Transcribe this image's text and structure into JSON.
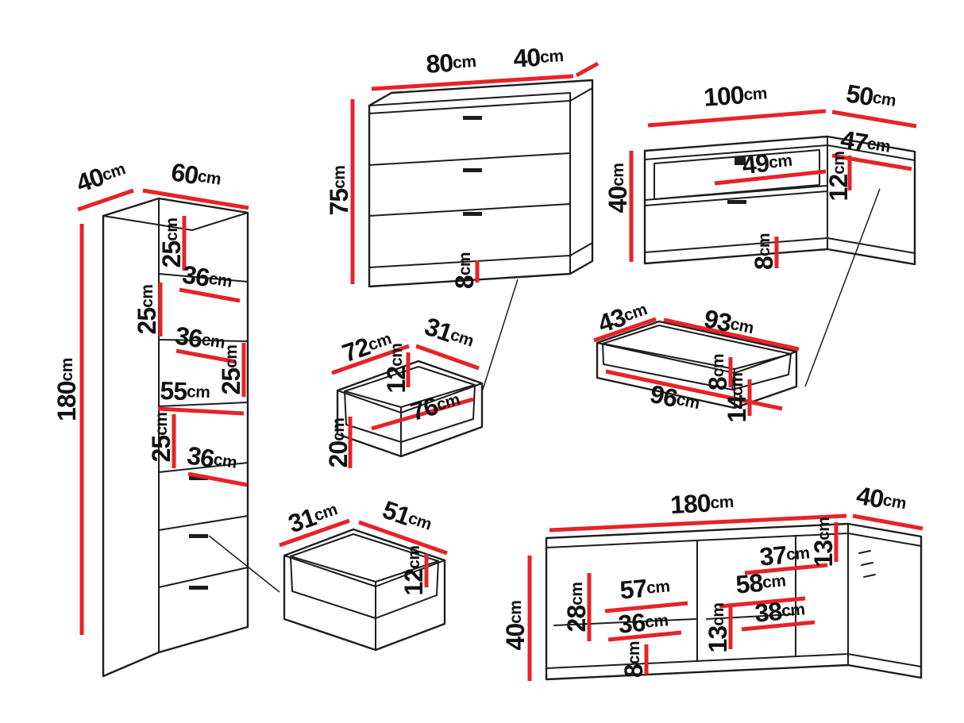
{
  "unit": "cm",
  "colors": {
    "dimension_red": "#e62329",
    "outline": "#1d1d1b",
    "background": "#ffffff"
  },
  "pieces": {
    "tall_cabinet": {
      "dims": {
        "depth": "40",
        "width": "60",
        "height": "180",
        "gap_top": "25",
        "shelf_top": "36",
        "gap_upper": "25",
        "shelf_mid": "36",
        "gap_mid": "25",
        "inner_width": "55",
        "gap_lower": "25",
        "shelf_bottom": "36"
      }
    },
    "chest": {
      "dims": {
        "width": "80",
        "depth": "40",
        "height": "75",
        "plinth": "8"
      }
    },
    "tv_cabinet": {
      "dims": {
        "width": "100",
        "depth": "50",
        "height": "40",
        "niche_width": "49",
        "niche_depth": "47",
        "niche_height": "12",
        "plinth": "8"
      }
    },
    "drawer_large": {
      "dims": {
        "length": "72",
        "width": "31",
        "inner_height": "12",
        "inner_length": "76",
        "height": "20"
      }
    },
    "drawer_long": {
      "dims": {
        "width": "43",
        "length": "93",
        "inner_length": "96",
        "inner_height": "8",
        "height": "14"
      }
    },
    "drawer_small": {
      "dims": {
        "width": "31",
        "length": "51",
        "inner_height": "12"
      }
    },
    "tv_stand": {
      "dims": {
        "width": "180",
        "depth": "40",
        "height": "40",
        "inner_height": "28",
        "niche1_width": "57",
        "shelf1_width": "36",
        "plinth": "8",
        "niche2_width": "58",
        "shelf2_width": "38",
        "niche2_height": "13",
        "niche3_width": "37",
        "niche3_height": "13"
      }
    }
  }
}
